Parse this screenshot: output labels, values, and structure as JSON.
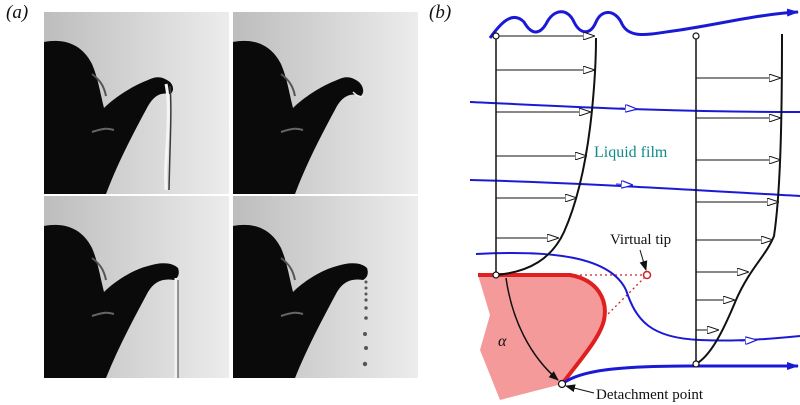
{
  "panels": {
    "a_label": "(a)",
    "b_label": "(b)"
  },
  "photos": [
    {
      "variant": "streaming-down-spout"
    },
    {
      "variant": "no-flow"
    },
    {
      "variant": "detached-jet"
    },
    {
      "variant": "droplets"
    }
  ],
  "diagram": {
    "film_label": "Liquid film",
    "virtual_tip_label": "Virtual tip",
    "detachment_label": "Detachment point",
    "angle_label": "α",
    "colors": {
      "streamline": "#1a1ad6",
      "wall": "#e02020",
      "wall_fill": "#f59a9a",
      "film_text": "#0e8a8a",
      "tip": "#d42020"
    }
  }
}
